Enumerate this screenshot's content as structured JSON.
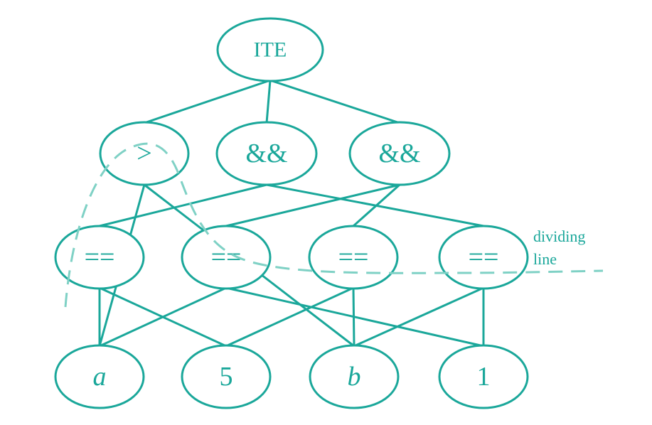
{
  "colors": {
    "stroke": "#1aa79a",
    "divider": "#7fd1c5",
    "text": "#1aa79a"
  },
  "nodes": {
    "ite": "ITE",
    "gt": ">",
    "and_left": "&&",
    "and_right": "&&",
    "eq1": "==",
    "eq2": "==",
    "eq3": "==",
    "eq4": "==",
    "leaf_a": "a",
    "leaf_5": "5",
    "leaf_b": "b",
    "leaf_1": "1"
  },
  "divider": {
    "label_line1": "dividing",
    "label_line2": "line"
  }
}
